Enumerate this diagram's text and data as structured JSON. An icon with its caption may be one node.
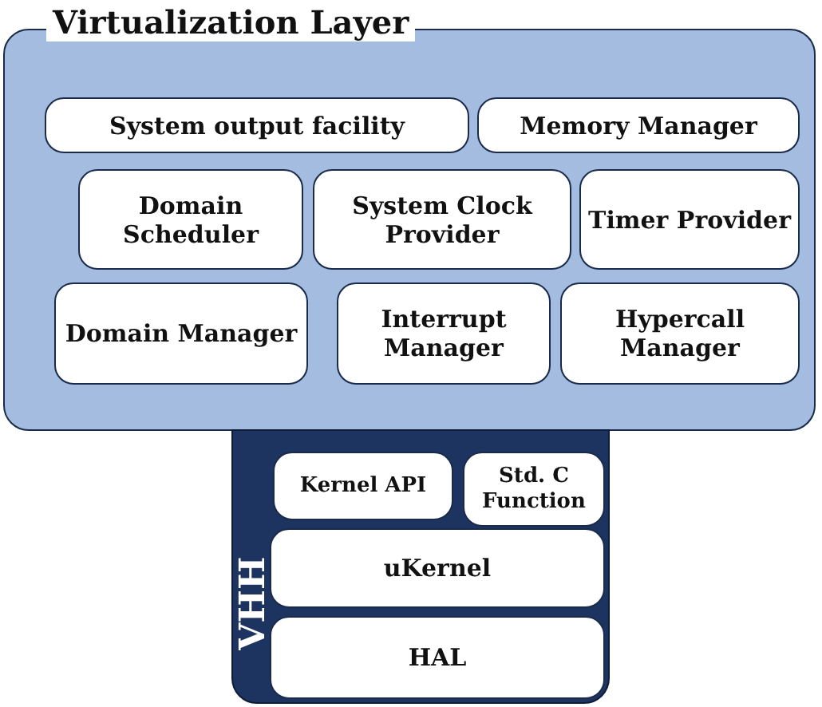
{
  "diagram": {
    "nodes": [
      {
        "text": [
          "Virtualization Layer"
        ]
      },
      {
        "text": [
          "System output facility"
        ],
        "in": 0
      },
      {
        "text": [
          "Memory Manager"
        ],
        "in": 0
      },
      {
        "text": [
          "Domain Scheduler"
        ],
        "in": 0
      },
      {
        "text": [
          "System Clock Provider"
        ],
        "in": 0
      },
      {
        "text": [
          "Timer Provider"
        ],
        "in": 0
      },
      {
        "text": [
          "Domain Manager"
        ],
        "in": 0
      },
      {
        "text": [
          "Interrupt Manager"
        ],
        "in": 0
      },
      {
        "text": [
          "Hypercall Manager"
        ],
        "in": 0
      },
      {
        "text": [
          "VHH"
        ]
      },
      {
        "text": [
          "Kernel API"
        ],
        "in": 9
      },
      {
        "text": [
          "Std. C Function"
        ],
        "in": 9
      },
      {
        "text": [
          "uKernel"
        ],
        "in": 9
      },
      {
        "text": [
          "HAL"
        ],
        "in": 9
      }
    ]
  }
}
